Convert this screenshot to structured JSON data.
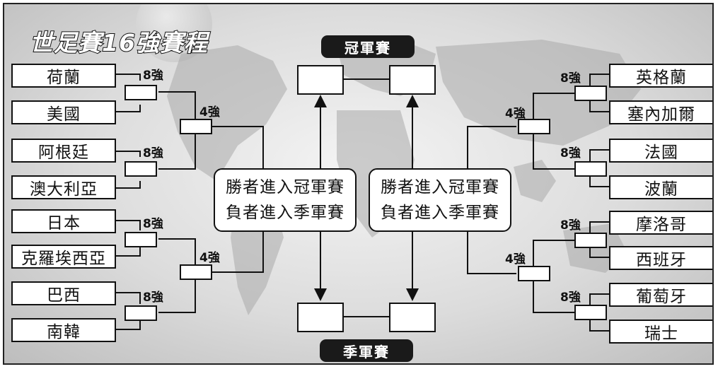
{
  "title": "世足賽16強賽程",
  "final_label": "冠軍賽",
  "third_place_label": "季軍賽",
  "stage_labels": {
    "quarter": "8強",
    "semi": "4強"
  },
  "note": {
    "line1": "勝者進入冠軍賽",
    "line2": "負者進入季軍賽"
  },
  "left_teams": [
    "荷蘭",
    "美國",
    "阿根廷",
    "澳大利亞",
    "日本",
    "克羅埃西亞",
    "巴西",
    "南韓"
  ],
  "right_teams": [
    "英格蘭",
    "塞內加爾",
    "法國",
    "波蘭",
    "摩洛哥",
    "西班牙",
    "葡萄牙",
    "瑞士"
  ]
}
